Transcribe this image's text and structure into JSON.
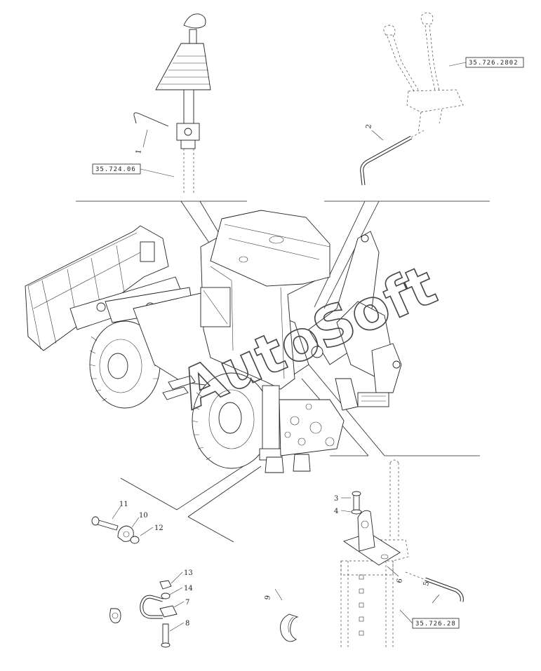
{
  "watermark": "AutoSoft",
  "references": [
    {
      "id": "ref-35-724-06",
      "text": "35.724.06"
    },
    {
      "id": "ref-35-726-2802",
      "text": "35.726.2802"
    },
    {
      "id": "ref-35-726-28",
      "text": "35.726.28"
    }
  ],
  "parts": [
    {
      "id": "1",
      "label": "1"
    },
    {
      "id": "2",
      "label": "2"
    },
    {
      "id": "3",
      "label": "3"
    },
    {
      "id": "4",
      "label": "4"
    },
    {
      "id": "5",
      "label": "5"
    },
    {
      "id": "6",
      "label": "6"
    },
    {
      "id": "7",
      "label": "7"
    },
    {
      "id": "8",
      "label": "8"
    },
    {
      "id": "9",
      "label": "9"
    },
    {
      "id": "10",
      "label": "10"
    },
    {
      "id": "11",
      "label": "11"
    },
    {
      "id": "12",
      "label": "12"
    },
    {
      "id": "13",
      "label": "13"
    },
    {
      "id": "14",
      "label": "14"
    }
  ]
}
